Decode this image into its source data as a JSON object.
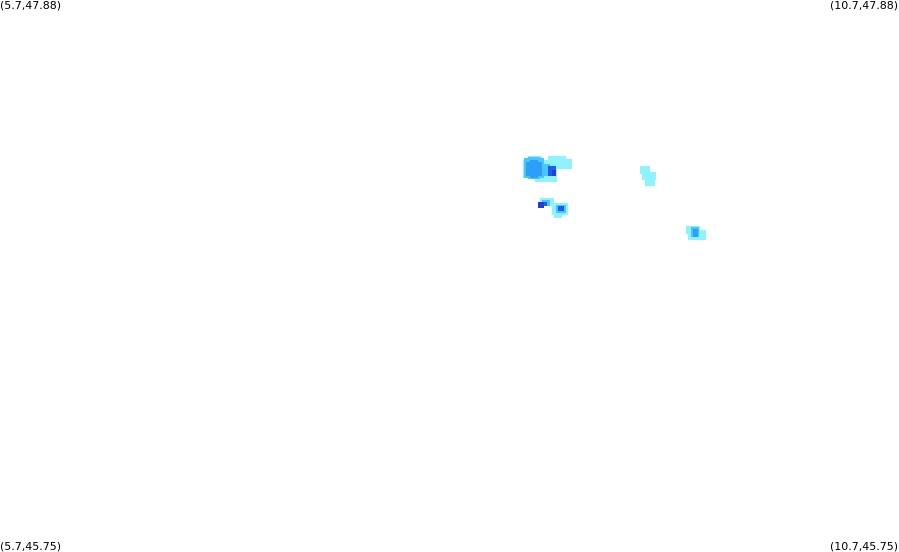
{
  "corners": {
    "top_left": "(5.7,47.88)",
    "top_right": "(10.7,47.88)",
    "bottom_left": "(5.7,45.75)",
    "bottom_right": "(10.7,45.75)"
  },
  "colors": {
    "background": "#ffffff",
    "level_light": "#8ff3ff",
    "level_light_alt": "#6fe0ff",
    "level_medium": "#49c6ff",
    "level_strong": "#2f9ef6",
    "level_very_strong": "#235ce8",
    "level_deep": "#1f3fd6"
  }
}
